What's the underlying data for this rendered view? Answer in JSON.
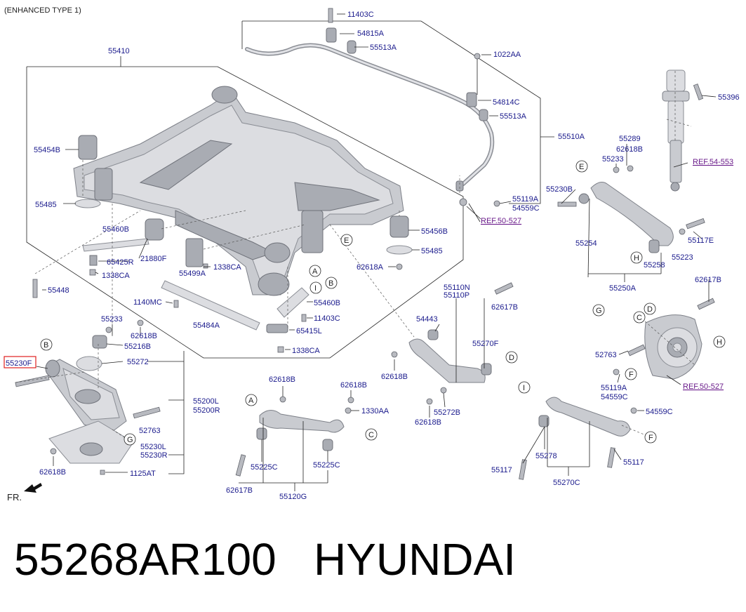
{
  "header": {
    "variant": "(ENHANCED TYPE 1)"
  },
  "labels": {
    "l11403C_top": "11403C",
    "l54815A": "54815A",
    "l55513A_top": "55513A",
    "l55410": "55410",
    "l1022AA": "1022AA",
    "l54814C": "54814C",
    "l55513A_mid": "55513A",
    "l55510A": "55510A",
    "l55396": "55396",
    "l55454B": "55454B",
    "l55485_left": "55485",
    "l55460B": "55460B",
    "l21880F": "21880F",
    "l65425R": "65425R",
    "l1338CA_left": "1338CA",
    "l55499A": "55499A",
    "l1338CA_mid": "1338CA",
    "l55448": "55448",
    "l55456B": "55456B",
    "l55485_right": "55485",
    "l62618A": "62618A",
    "l55119A_top": "55119A",
    "l54559C_top": "54559C",
    "l55289": "55289",
    "l62618B_tr": "62618B",
    "l55233_right": "55233",
    "l55230B": "55230B",
    "l55117E": "55117E",
    "l55254": "55254",
    "l55258": "55258",
    "l55223": "55223",
    "l55250A": "55250A",
    "l1140MC": "1140MC",
    "l55484A": "55484A",
    "l55460B_b": "55460B",
    "l11403C_b": "11403C",
    "l65415L": "65415L",
    "l1338CA_b": "1338CA",
    "l55110N": "55110N",
    "l55110P": "55110P",
    "l62617B_mid": "62617B",
    "l54443": "54443",
    "l55270F": "55270F",
    "l62618B_mid": "62618B",
    "l55272B": "55272B",
    "l62618B_mid2": "62618B",
    "l62617B_right": "62617B",
    "l52763_right": "52763",
    "l55119A_r": "55119A",
    "l54559C_r": "54559C",
    "l55233_left": "55233",
    "l62618B_left": "62618B",
    "l55216B": "55216B",
    "l55230F": "55230F",
    "l55272": "55272",
    "l55200L": "55200L",
    "l55200R": "55200R",
    "l52763_left": "52763",
    "l55230L": "55230L",
    "l55230R": "55230R",
    "l62618B_bl": "62618B",
    "l1125AT": "1125AT",
    "l62618B_c1": "62618B",
    "l62618B_c2": "62618B",
    "l1330AA": "1330AA",
    "l55225C_l": "55225C",
    "l55225C_r": "55225C",
    "l62617B_bot": "62617B",
    "l55120G": "55120G",
    "l54559C_br": "54559C",
    "l55278": "55278",
    "l55117_l": "55117",
    "l55117_r": "55117",
    "l55270C": "55270C"
  },
  "refs": {
    "ref54553": "REF.54-553",
    "ref50527_top": "REF.50-527",
    "ref50527_right": "REF.50-527"
  },
  "markers": {
    "A": "A",
    "B": "B",
    "C": "C",
    "D": "D",
    "E": "E",
    "F": "F",
    "G": "G",
    "H": "H",
    "I": "I"
  },
  "direction": {
    "label": "FR."
  },
  "footer": {
    "part_number": "55268AR100",
    "brand": "HYUNDAI"
  },
  "colors": {
    "label_text": "#1a1a8c",
    "ref_text": "#6a1b8a",
    "highlight_box": "#e02020",
    "part_fill": "#c9cbd0"
  }
}
